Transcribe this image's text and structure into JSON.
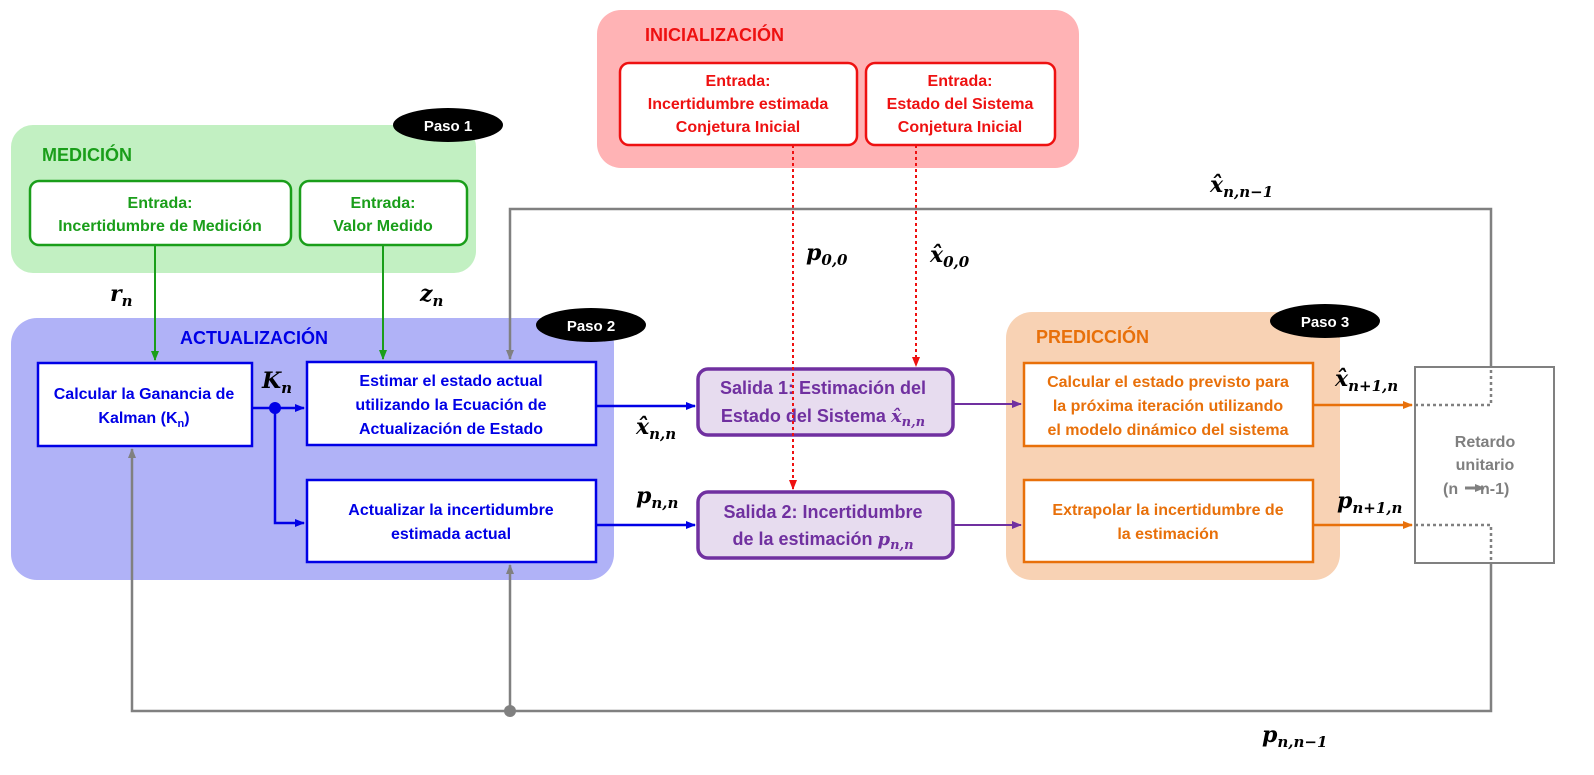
{
  "colors": {
    "medicion": "#1a9e1a",
    "medicion_bg": "#c2f0c2",
    "actualizacion": "#0000e6",
    "actualizacion_bg": "#b0b2f7",
    "inicializacion": "#ee1111",
    "inicializacion_bg": "#ffb3b5",
    "prediccion": "#e8700a",
    "prediccion_bg": "#f8d2b4",
    "salida": "#7030a0",
    "salida_bg": "#e7dcef",
    "feedback": "#808080",
    "paso_badge": "#000000"
  },
  "regions": {
    "medicion": "MEDICIÓN",
    "actualizacion": "ACTUALIZACIÓN",
    "inicializacion": "INICIALIZACIÓN",
    "prediccion": "PREDICCIÓN"
  },
  "badges": {
    "paso1": "Paso 1",
    "paso2": "Paso 2",
    "paso3": "Paso 3"
  },
  "boxes": {
    "med_incert": [
      "Entrada:",
      "Incertidumbre de Medición"
    ],
    "med_valor": [
      "Entrada:",
      "Valor Medido"
    ],
    "ini_incert": [
      "Entrada:",
      "Incertidumbre estimada",
      "Conjetura Inicial"
    ],
    "ini_estado": [
      "Entrada:",
      "Estado del Sistema",
      "Conjetura Inicial"
    ],
    "kalman_gain": [
      "Calcular la Ganancia de",
      "Kalman (K",
      "n",
      ")"
    ],
    "estimar": [
      "Estimar el estado actual",
      "utilizando la Ecuación de",
      "Actualización de Estado"
    ],
    "actualizar_incert": [
      "Actualizar la incertidumbre",
      "estimada actual"
    ],
    "salida1": [
      "Salida 1: Estimación del",
      "Estado del Sistema "
    ],
    "salida2": [
      "Salida 2: Incertidumbre",
      "de la estimación "
    ],
    "pred_estado": [
      "Calcular el estado previsto para",
      "la próxima iteración utilizando",
      "el modelo dinámico del sistema"
    ],
    "pred_incert": [
      "Extrapolar la incertidumbre de",
      "la estimación"
    ],
    "retardo": [
      "Retardo",
      "unitario",
      "(n",
      " n-1)"
    ]
  },
  "labels": {
    "r_n": {
      "base": "r",
      "sub": "n"
    },
    "z_n": {
      "base": "z",
      "sub": "n"
    },
    "K_n": {
      "base": "K",
      "sub": "n"
    },
    "p00": {
      "base": "p",
      "sub": "0,0"
    },
    "x00": {
      "base": "x̂",
      "sub": "0,0"
    },
    "xnn": {
      "base": "x̂",
      "sub": "n,n"
    },
    "pnn": {
      "base": "p",
      "sub": "n,n"
    },
    "xn1n": {
      "base": "x̂",
      "sub": "n+1,n"
    },
    "pn1n": {
      "base": "p",
      "sub": "n+1,n"
    },
    "xnn1": {
      "base": "x̂",
      "sub": "n,n−1"
    },
    "pnn1": {
      "base": "p",
      "sub": "n,n−1"
    }
  }
}
